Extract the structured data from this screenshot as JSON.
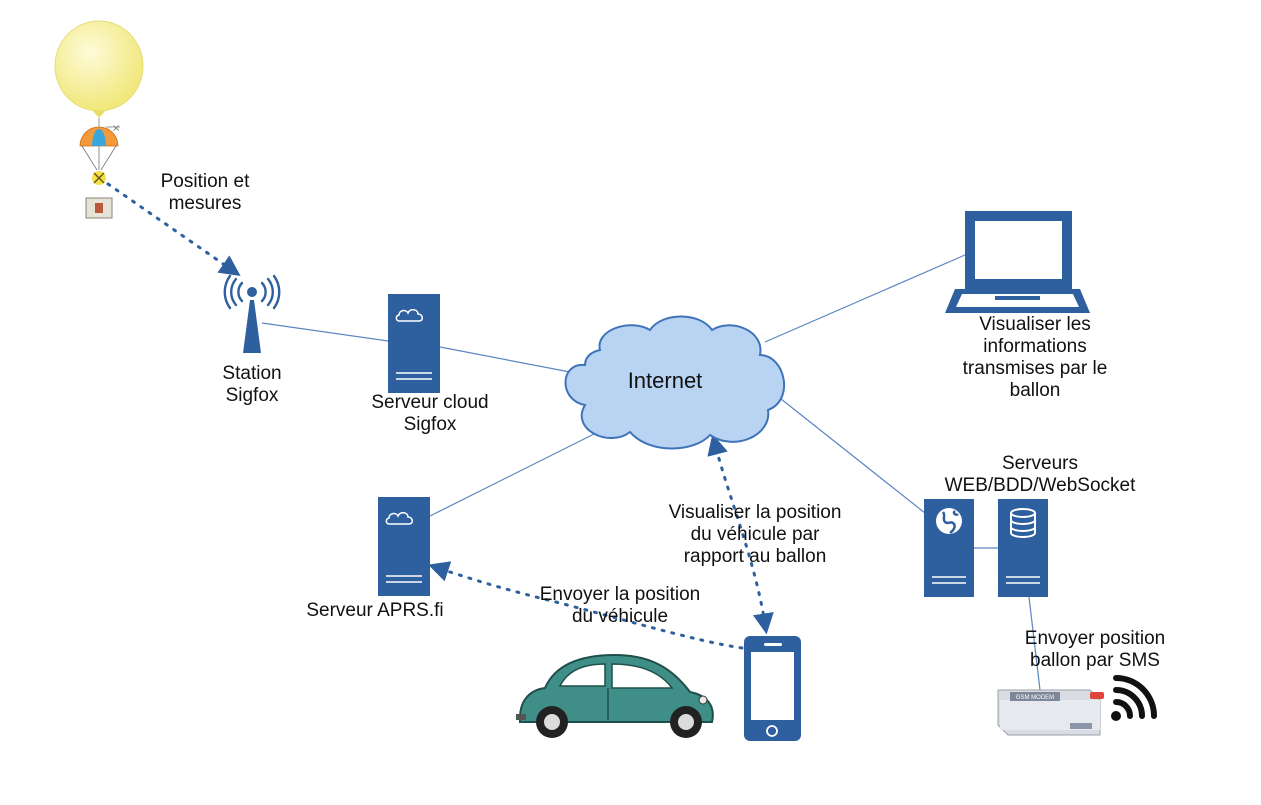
{
  "labels": {
    "position_measures": "Position et\nmesures",
    "station_sigfox": "Station\nSigfox",
    "cloud_server": "Serveur cloud\nSigfox",
    "internet": "Internet",
    "view_info": "Visualiser les\ninformations\ntransmises par le\nballon",
    "servers": "Serveurs\nWEB/BDD/WebSocket",
    "aprs_server": "Serveur APRS.fi",
    "send_vehicle_position": "Envoyer la position\ndu véhicule",
    "view_vehicle_position": "Visualiser la position\ndu véhicule par\nrapport au ballon",
    "send_sms": "Envoyer position\nballon par SMS",
    "gsm_modem": "GSM MODEM"
  },
  "colors": {
    "device_blue": "#2e5f9e",
    "cloud_fill": "#b9d3f2",
    "cloud_stroke": "#3f73b8",
    "link_line": "#5b86c2",
    "dotted_link": "#2e5f9e",
    "balloon": "#f7f19a",
    "car": "#3f8f88"
  },
  "icons": [
    "balloon-icon",
    "parachute-icon",
    "antenna-icon",
    "server-icon",
    "cloud-icon",
    "laptop-icon",
    "globe-icon",
    "database-icon",
    "smartphone-icon",
    "car-icon",
    "gsm-modem-icon",
    "wifi-icon"
  ]
}
